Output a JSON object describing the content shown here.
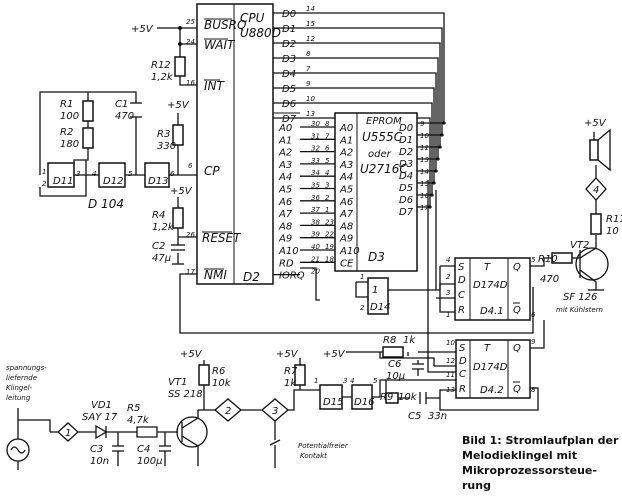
{
  "caption": {
    "line1": "Bild 1: Stromlaufplan der",
    "line2": "Melodieklingel mit",
    "line3": "Mikroprozessorsteue-",
    "line4": "rung"
  },
  "cpu": {
    "title": "CPU",
    "type": "U880D",
    "ref": "D2",
    "cp": "CP",
    "left_pins": [
      "BUSRQ",
      "WAIT",
      "INT",
      "RESET",
      "NMI"
    ],
    "left_pin_numbers": [
      "25",
      "24",
      "16",
      "26",
      "17"
    ],
    "data_pins": [
      "D0",
      "D1",
      "D2",
      "D3",
      "D4",
      "D5",
      "D6",
      "D7"
    ],
    "data_pin_numbers": [
      "14",
      "15",
      "12",
      "8",
      "7",
      "9",
      "10",
      "13"
    ],
    "addr_pins": [
      "A0",
      "A1",
      "A2",
      "A3",
      "A4",
      "A5",
      "A6",
      "A7",
      "A8",
      "A9",
      "A10",
      "RD",
      "IORQ"
    ],
    "addr_pin_numbers": [
      "30",
      "31",
      "32",
      "33",
      "34",
      "35",
      "36",
      "37",
      "38",
      "39",
      "40",
      "21",
      "20"
    ],
    "cp_pin": "6"
  },
  "eprom": {
    "title": "EPROM",
    "type": "U555C",
    "or": "oder",
    "alt": "U2716C",
    "ref": "D3",
    "addr_pins": [
      "A0",
      "A1",
      "A2",
      "A3",
      "A4",
      "A5",
      "A6",
      "A7",
      "A8",
      "A9",
      "A10",
      "CE"
    ],
    "addr_pin_numbers": [
      "8",
      "7",
      "6",
      "5",
      "4",
      "3",
      "2",
      "1",
      "23",
      "22",
      "19",
      "18"
    ],
    "data_pins": [
      "D0",
      "D1",
      "D2",
      "D3",
      "D4",
      "D5",
      "D6",
      "D7"
    ],
    "data_pin_numbers": [
      "9",
      "10",
      "11",
      "13",
      "14",
      "15",
      "16",
      "17"
    ]
  },
  "components": {
    "supply": "+5V",
    "r1": "R1",
    "r1v": "100",
    "r2": "R2",
    "r2v": "180",
    "c1": "C1",
    "c1v": "470",
    "r3": "R3",
    "r3v": "330",
    "r12": "R12",
    "r12v": "1,2k",
    "r4": "R4",
    "r4v": "1,2k",
    "c2": "C2",
    "c2v": "47µ",
    "d11": "D11",
    "d12": "D12",
    "d13": "D13",
    "d104": "D 104",
    "d14": "D14",
    "d14_in": "1",
    "d15": "D15",
    "d16": "D16",
    "r5": "R5",
    "r5v": "4,7k",
    "r6": "R6",
    "r6v": "10k",
    "r7": "R7",
    "r7v": "1k",
    "r8": "R8",
    "r8v": "1k",
    "r9": "R9",
    "r9v": "10k",
    "r10": "R10",
    "r10v": "470",
    "r11": "R11",
    "r11v": "10",
    "c3": "C3",
    "c3v": "10n",
    "c4": "C4",
    "c4v": "100µ",
    "c5": "C5",
    "c5v": "33n",
    "c6": "C6",
    "c6v": "10µ",
    "vd1": "VD1",
    "vd1v": "SAY 17",
    "vt1": "VT1",
    "vt1v": "SS 218",
    "vt2": "VT2",
    "vt2v": "SF 126",
    "heatsink": "mit Kühlstern",
    "ff1": "D174D",
    "ff1ref": "D4.1",
    "ff2": "D174D",
    "ff2ref": "D4.2",
    "ff_pins": [
      "S",
      "D",
      "C",
      "R",
      "T",
      "Q"
    ],
    "input_label": [
      "spannungs-",
      "liefernde",
      "Klingel-",
      "leitung"
    ],
    "contact_label": [
      "Potentialfreier",
      "Kontakt"
    ],
    "d11_pins": [
      "1",
      "2",
      "3"
    ],
    "d12_pins": [
      "4",
      "5"
    ],
    "d13_pins": [
      "6"
    ],
    "diamonds": [
      "1",
      "2",
      "3",
      "4"
    ],
    "ff1_pins": [
      "4",
      "2",
      "3",
      "1",
      "5",
      "6"
    ],
    "ff2_pins": [
      "10",
      "12",
      "11",
      "13",
      "9",
      "8"
    ],
    "d15_pins": [
      "1",
      "3"
    ],
    "d16_pins": [
      "4",
      "5"
    ],
    "d14_pins": [
      "1",
      "2"
    ]
  }
}
